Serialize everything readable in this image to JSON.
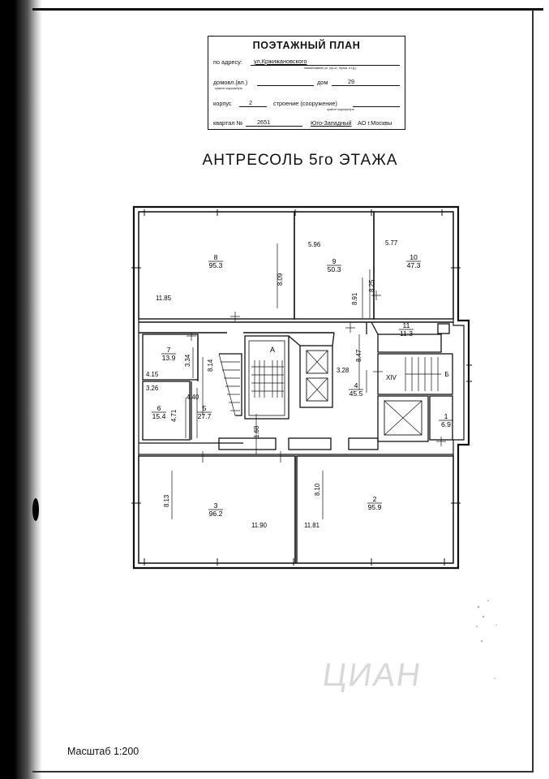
{
  "stamp": {
    "title": "ПОЭТАЖНЫЙ ПЛАН",
    "address_label": "по адресу:",
    "address_value": "ул.Кржижановского",
    "address_sub": "наименование ул. (пр-кт., бульв. и т.д.)",
    "domovl_label": "домовл.(вл.)",
    "domovl_sub": "нужное подчеркнуть",
    "dom_label": "дом",
    "dom_value": "29",
    "korpus_label": "корпус",
    "korpus_value": "2",
    "stroenie_label": "строение (сооружение)",
    "stroenie_sub": "нужное подчеркнуть",
    "kvartal_label": "квартал №",
    "kvartal_value": "2651",
    "district": "Юго-Западный",
    "city": "АО г.Москвы"
  },
  "floor_title": "АНТРЕСОЛЬ 5го  ЭТАЖА",
  "scale": "Масштаб 1:200",
  "watermark": "ЦИАН",
  "rooms": [
    {
      "id": "room-8",
      "num": "8",
      "area": "95.3"
    },
    {
      "id": "room-9",
      "num": "9",
      "area": "50.3"
    },
    {
      "id": "room-10",
      "num": "10",
      "area": "47.3"
    },
    {
      "id": "room-11",
      "num": "11",
      "area": "11.3"
    },
    {
      "id": "room-7",
      "num": "7",
      "area": "13.9"
    },
    {
      "id": "room-6",
      "num": "6",
      "area": "15.4"
    },
    {
      "id": "room-5",
      "num": "5",
      "area": "27.7"
    },
    {
      "id": "room-4",
      "num": "4",
      "area": "45.5"
    },
    {
      "id": "room-1",
      "num": "1",
      "area": "6.9"
    },
    {
      "id": "room-3",
      "num": "3",
      "area": "96.2"
    },
    {
      "id": "room-2",
      "num": "2",
      "area": "95.9"
    }
  ],
  "dimensions": [
    "11.85",
    "8.09",
    "5.96",
    "8.91",
    "5.77",
    "8.25",
    "3.34",
    "4.15",
    "3.26",
    "4.71",
    "4.40",
    "8.14",
    "1.68",
    "3.28",
    "8.47",
    "8.13",
    "11.90",
    "8.10",
    "11.81"
  ],
  "labels": {
    "stair_a": "А",
    "stair_b": "Б",
    "corridor": "XIV"
  }
}
